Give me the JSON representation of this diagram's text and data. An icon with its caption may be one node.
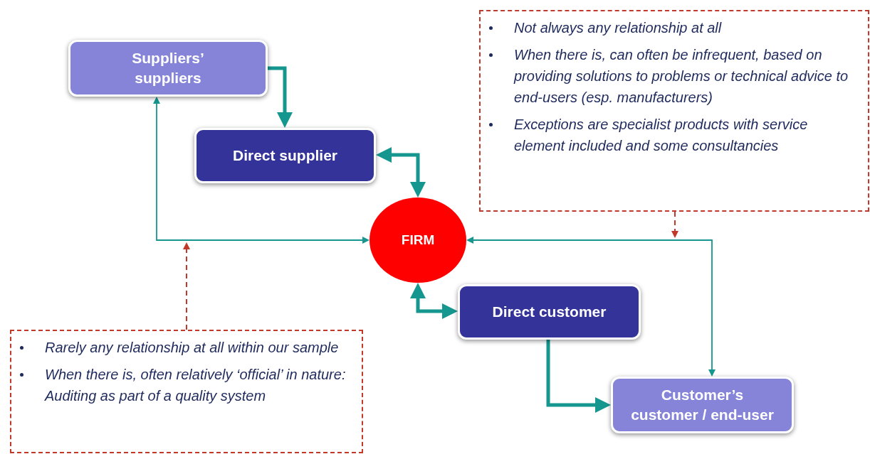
{
  "diagram": {
    "nodes": [
      {
        "text": [
          "Suppliers’ suppliers"
        ]
      },
      {
        "text": [
          "Direct supplier"
        ]
      },
      {
        "text": [
          "FIRM"
        ]
      },
      {
        "text": [
          "Direct customer"
        ]
      },
      {
        "text": [
          "Customer’s customer / end-user"
        ]
      },
      {
        "text": [
          "Not always any relationship at all",
          "When there is, can often be infrequent, based on providing solutions to problems or technical advice to end-users (esp. manufacturers)",
          "Exceptions are specialist products with service element included and some consultancies"
        ]
      },
      {
        "text": [
          "Rarely any relationship at all within our sample",
          "When there is, often relatively ‘official’ in nature: Auditing as part of a quality system"
        ]
      }
    ],
    "edges": [
      {
        "from": 0,
        "to": 1,
        "arrow": "to",
        "style": "thick"
      },
      {
        "from": 1,
        "to": 2,
        "arrow": "both",
        "style": "thick"
      },
      {
        "from": 2,
        "to": 3,
        "arrow": "both",
        "style": "thick"
      },
      {
        "from": 3,
        "to": 4,
        "arrow": "to",
        "style": "thick"
      },
      {
        "from": 2,
        "to": 0,
        "arrow": "both"
      },
      {
        "from": 2,
        "to": 4,
        "arrow": "both"
      },
      {
        "from": 5,
        "to": null,
        "arrow": "to",
        "style": "dashed",
        "color": "#c0392b"
      },
      {
        "from": 6,
        "to": null,
        "arrow": "to",
        "style": "dashed",
        "color": "#c0392b"
      }
    ]
  }
}
